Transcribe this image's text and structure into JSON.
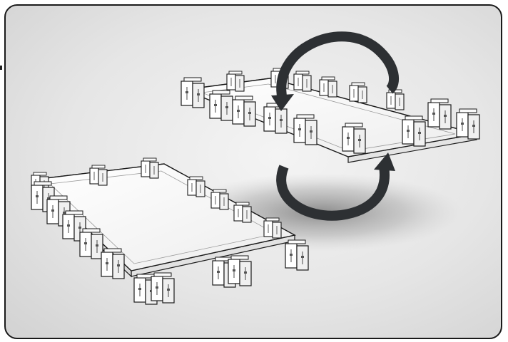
{
  "figure": {
    "icons": {
      "rotate": "rotate-arrows-icon"
    },
    "colors": {
      "background_light": "#f4f4f4",
      "background_dark": "#d2d2d2",
      "panel": "#ffffff",
      "outline": "#1a1a1a",
      "arrow": "#2d3033",
      "shadow": "#8a8a8a"
    },
    "objects": [
      "platform-assembled-on-ground",
      "platform-flipped-upside-down",
      "rotation-arrows"
    ]
  }
}
